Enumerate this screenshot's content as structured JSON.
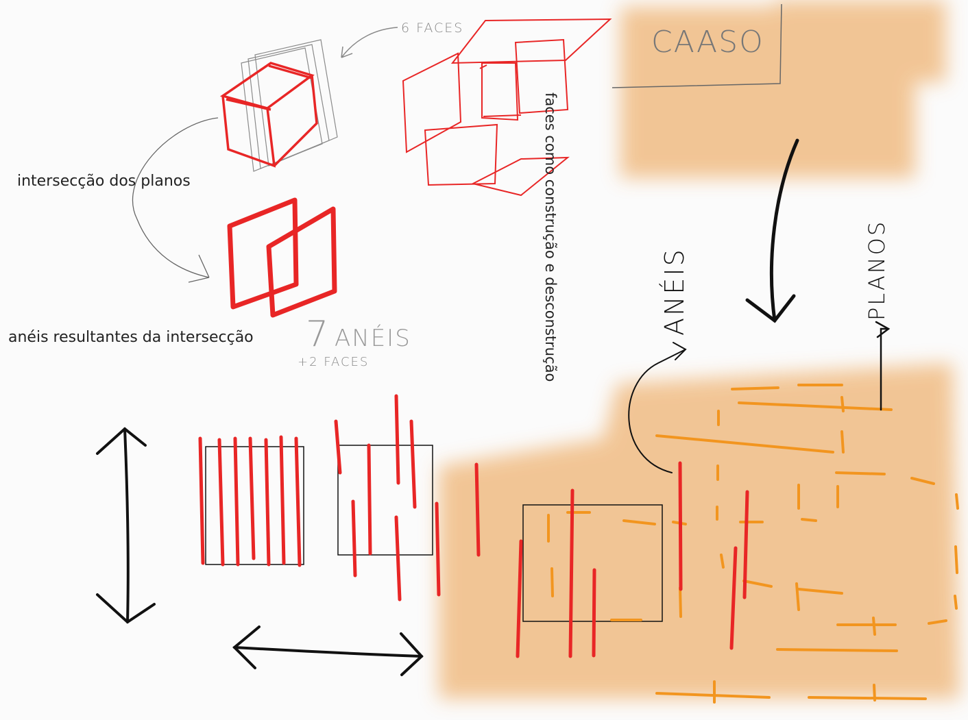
{
  "labels": {
    "six_faces": "6 FACES",
    "caaso": "CAASO",
    "intersection": "intersecção dos planos",
    "rings_result": "anéis resultantes da intersecção",
    "seven": "7",
    "aneis_small": "ANÉIS",
    "plus_two": "+2 FACES",
    "vertical_caption": "faces como construção e desconstrução",
    "aneis_big": "ANÉIS",
    "planos": "PLANOS"
  },
  "colors": {
    "red": "#e82626",
    "orange": "#f2951f",
    "wash": "#f1c08a",
    "ink": "#111111",
    "pencil": "#555555"
  },
  "icons": [
    "double-arrow-vertical-icon",
    "double-arrow-horizontal-icon",
    "arrow-down-icon",
    "arrow-right-icon"
  ]
}
